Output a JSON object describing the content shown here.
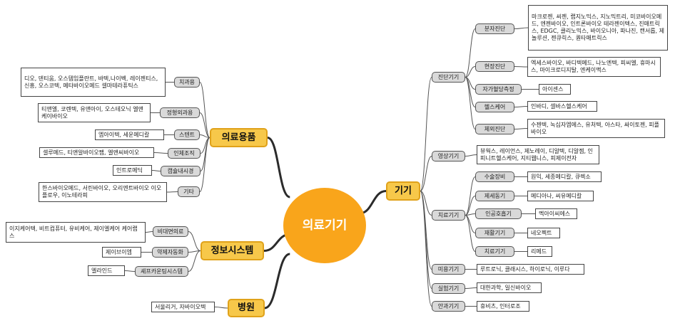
{
  "center": "의료기기",
  "main": {
    "equip": "의료용품",
    "info": "정보시스템",
    "hospital": "병원",
    "device": "기기"
  },
  "sub": {
    "dental": "치과용",
    "ortho": "정형외과용",
    "stent": "스텐트",
    "tissue": "인체조직",
    "capsule": "캡슐내시경",
    "etc": "기타",
    "contactless": "비대면의료",
    "rx": "약제자동화",
    "selfpay": "셰프카운팅시스템",
    "diag": "진단기기",
    "molecular": "분자진단",
    "poc": "현장진단",
    "glucose": "자가혈당측정",
    "health": "헬스케어",
    "ivd": "체외진단",
    "imaging": "영상기기",
    "therapy": "치료기기",
    "surgical": "수술장비",
    "manuf": "제세동기",
    "resp": "인공호흡기",
    "rehab": "재활기기",
    "treat": "치료기기",
    "beauty": "미용기기",
    "lab": "실험기기",
    "eye": "안과기기"
  },
  "leaf": {
    "dental": "디오, 덴티움, 오스템임플란트, 바텍,나이벡, 레이젠티스, 신흥, 오스코텍, 메타바이오메드 셀마테라퓨틱스",
    "ortho": "티앤엘, 코렌텍, 유앤아이, 오스테오닉 엘앤케이바이오",
    "stent": "엠아이텍, 세운메디칼",
    "tissue": "셀루메드, 티앤알바이오팹, 엘앤씨바이오",
    "capsule": "인트로메딕",
    "etc": "한스바이오메드, 서린바이오, 오리엔트바이오 이오플로우, 이노테라피",
    "contactless": "이지케어텍, 비트컴퓨터, 유비케어, 제이엘케어 케어랩스",
    "rx": "제이브이엠",
    "selfpay": "엘라인드",
    "hospital": "서울리거, 자바이오텍",
    "molecular": "마크로젠, 씨젠, 랩지노믹스, 지노믹트리, 미코바이오메드, 엔젠바이오, 인트론바이오 테라젠이텍스, 진매트릭스, EDGC, 클리노믹스, 바이오니아, 파나진, 캔서롭, 제놀루션, 젠큐릭스, 퀀타매트릭스",
    "poc": "엑세스바이오, 바디텍메드, 나노엔텍, 피씨엘, 휴마시스, 마이크로디지탈, 엔케이맥스",
    "glucose": "아이센스",
    "health": "인바디, 셀바스헬스케어",
    "ivd": "수젠텍, 녹십자엠에스, 유처텍, 아스타, 싸이토젠, 피플바이오",
    "imaging": "뷰웍스, 레이언스, 제노레이, 디알텍, 디알젬, 인피니트헬스케어, 지티웹니스, 피제이전자",
    "surgical": "원익, 세종메디칼, 큐렉소",
    "manuf": "메디아나, 씨유메디칼",
    "resp": "멕아이씨에스",
    "rehab": "네오펙트",
    "treat": "리메드",
    "beauty": "루트로닉, 클래시스, 하이로닉, 이루다",
    "lab": "대한과학, 일신바이오",
    "eye": "휴비츠, 인터로조"
  },
  "colors": {
    "accent": "#f9a51b",
    "main_fill": "#f7c84a",
    "sub_fill": "#d9d9d9",
    "line": "#555555"
  }
}
